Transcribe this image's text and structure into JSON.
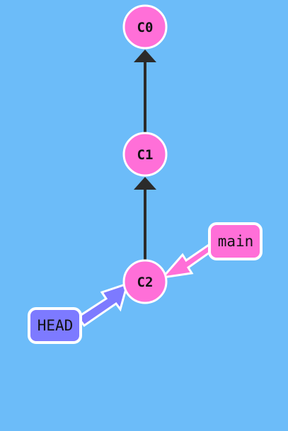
{
  "graph": {
    "background": "#6cbcf9",
    "commit_color": "#ff6fd8",
    "edge_color": "#2b2b2b",
    "commits": [
      {
        "id": "C0",
        "label": "C0"
      },
      {
        "id": "C1",
        "label": "C1"
      },
      {
        "id": "C2",
        "label": "C2"
      }
    ],
    "edges": [
      {
        "from": "C1",
        "to": "C0"
      },
      {
        "from": "C2",
        "to": "C1"
      }
    ],
    "refs": [
      {
        "id": "main",
        "label": "main",
        "points_to": "C2",
        "color": "#ff6fd8"
      },
      {
        "id": "head",
        "label": "HEAD",
        "points_to": "C2",
        "color": "#7d7aff"
      }
    ]
  }
}
